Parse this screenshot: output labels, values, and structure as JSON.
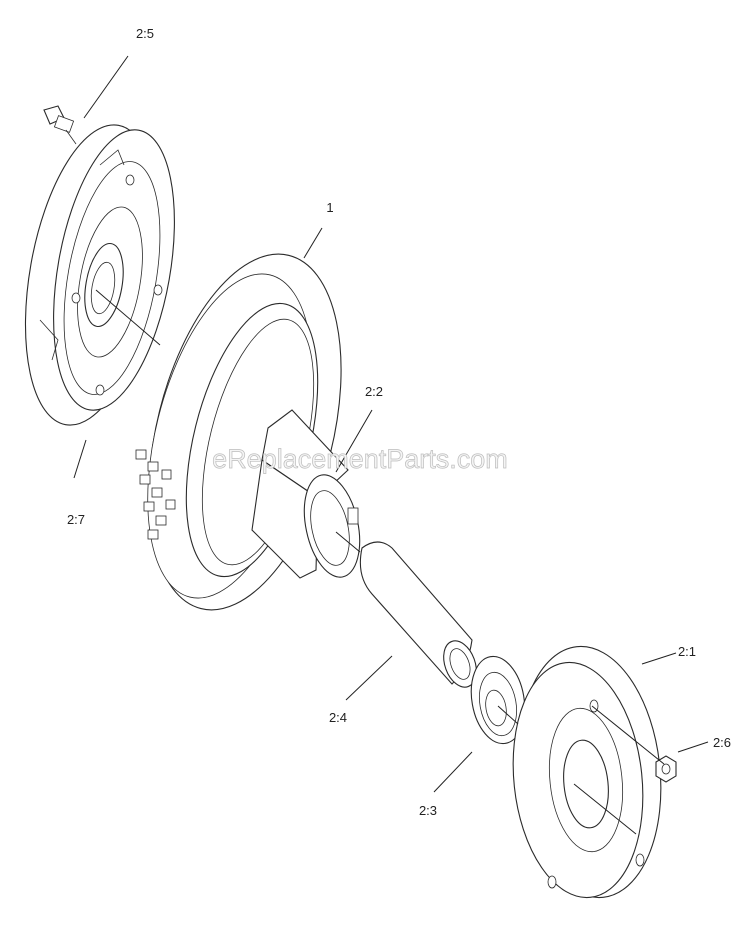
{
  "watermark": "eReplacementParts.com",
  "callouts": [
    {
      "id": "c-2-5",
      "text": "2:5"
    },
    {
      "id": "c-1",
      "text": "1"
    },
    {
      "id": "c-2-2",
      "text": "2:2"
    },
    {
      "id": "c-2-7",
      "text": "2:7"
    },
    {
      "id": "c-2-4",
      "text": "2:4"
    },
    {
      "id": "c-2-1",
      "text": "2:1"
    },
    {
      "id": "c-2-6",
      "text": "2:6"
    },
    {
      "id": "c-2-3",
      "text": "2:3"
    }
  ]
}
